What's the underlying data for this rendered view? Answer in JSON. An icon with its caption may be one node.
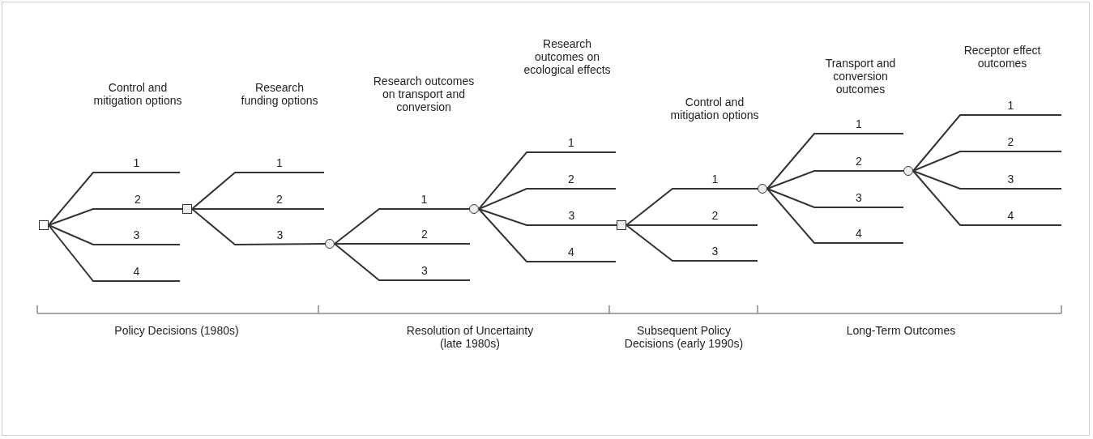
{
  "diagram": {
    "nodes": [
      {
        "text": [],
        "shape": "box"
      },
      {
        "text": [],
        "shape": "box"
      },
      {
        "text": [],
        "shape": "circle"
      },
      {
        "text": [],
        "shape": "circle"
      },
      {
        "text": [],
        "shape": "box"
      },
      {
        "text": [],
        "shape": "circle"
      },
      {
        "text": [],
        "shape": "circle"
      }
    ],
    "edges": [
      {
        "from": 0,
        "to": null,
        "arrow": "none",
        "label": "1"
      },
      {
        "from": 0,
        "to": 1,
        "arrow": "none",
        "label": "2"
      },
      {
        "from": 0,
        "to": null,
        "arrow": "none",
        "label": "3"
      },
      {
        "from": 0,
        "to": null,
        "arrow": "none",
        "label": "4"
      },
      {
        "from": 1,
        "to": null,
        "arrow": "none",
        "label": "1"
      },
      {
        "from": 1,
        "to": null,
        "arrow": "none",
        "label": "2"
      },
      {
        "from": 1,
        "to": 2,
        "arrow": "none",
        "label": "3"
      },
      {
        "from": 2,
        "to": 3,
        "arrow": "none",
        "label": "1"
      },
      {
        "from": 2,
        "to": null,
        "arrow": "none",
        "label": "2"
      },
      {
        "from": 2,
        "to": null,
        "arrow": "none",
        "label": "3"
      },
      {
        "from": 3,
        "to": null,
        "arrow": "none",
        "label": "1"
      },
      {
        "from": 3,
        "to": null,
        "arrow": "none",
        "label": "2"
      },
      {
        "from": 3,
        "to": 4,
        "arrow": "none",
        "label": "3"
      },
      {
        "from": 3,
        "to": null,
        "arrow": "none",
        "label": "4"
      },
      {
        "from": 4,
        "to": 5,
        "arrow": "none",
        "label": "1"
      },
      {
        "from": 4,
        "to": null,
        "arrow": "none",
        "label": "2"
      },
      {
        "from": 4,
        "to": null,
        "arrow": "none",
        "label": "3"
      },
      {
        "from": 5,
        "to": null,
        "arrow": "none",
        "label": "1"
      },
      {
        "from": 5,
        "to": 6,
        "arrow": "none",
        "label": "2"
      },
      {
        "from": 5,
        "to": null,
        "arrow": "none",
        "label": "3"
      },
      {
        "from": 5,
        "to": null,
        "arrow": "none",
        "label": "4"
      },
      {
        "from": 6,
        "to": null,
        "arrow": "none",
        "label": "1"
      },
      {
        "from": 6,
        "to": null,
        "arrow": "none",
        "label": "2"
      },
      {
        "from": 6,
        "to": null,
        "arrow": "none",
        "label": "3"
      },
      {
        "from": 6,
        "to": null,
        "arrow": "none",
        "label": "4"
      }
    ],
    "labels": [
      "Control and mitigation options",
      "Research funding options",
      "Research outcomes on transport and conversion",
      "Research outcomes on ecological effects",
      "Control and mitigation options",
      "Transport and conversion outcomes",
      "Receptor effect outcomes",
      "Policy Decisions (1980s)",
      "Resolution of Uncertainty (late 1980s)",
      "Subsequent Policy Decisions (early 1990s)",
      "Long-Term Outcomes"
    ]
  }
}
